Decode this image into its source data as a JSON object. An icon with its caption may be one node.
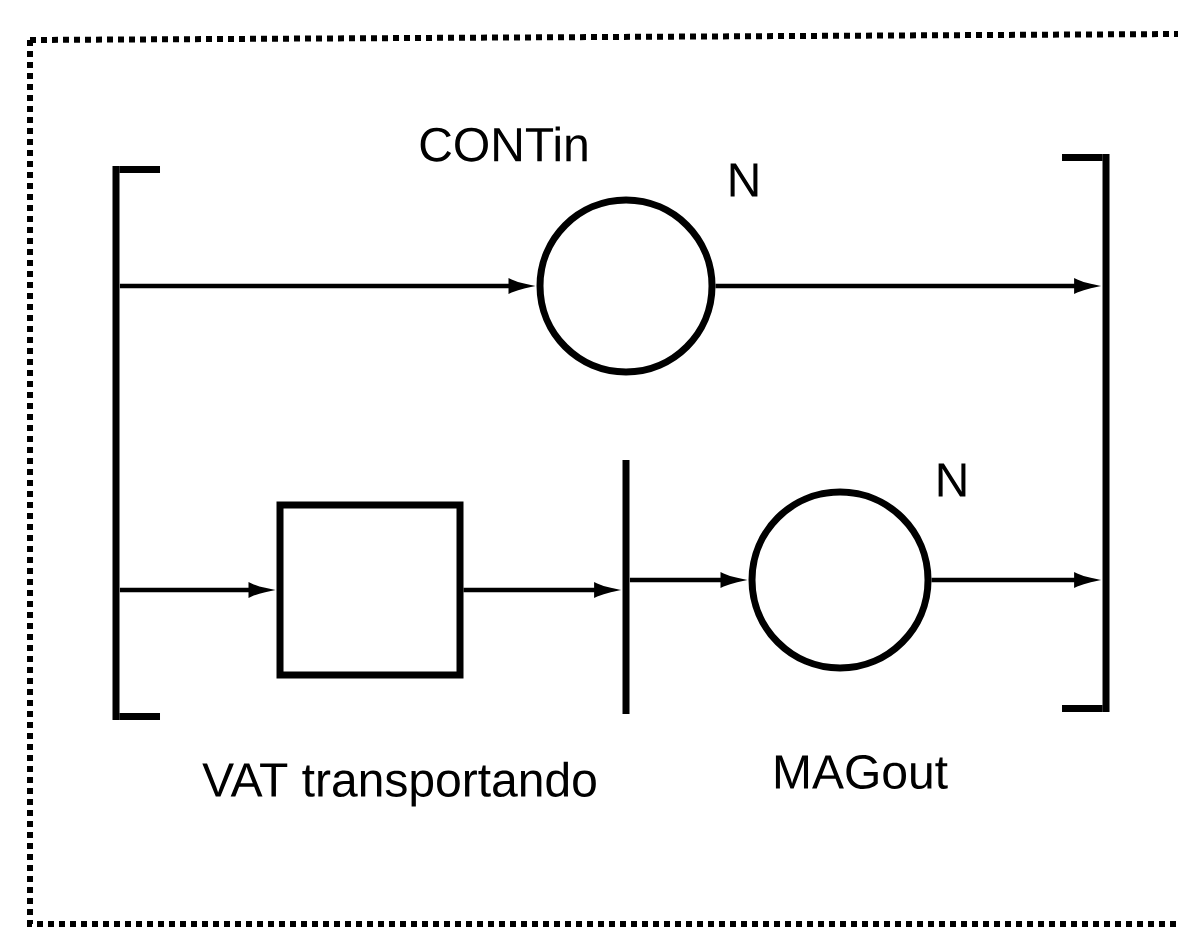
{
  "diagram": {
    "nodes": [
      {
        "text": [],
        "shape": "bar"
      },
      {
        "text": [
          "CONTin"
        ],
        "beside": [
          "N"
        ]
      },
      {
        "text": [],
        "shape": "bar"
      },
      {
        "text": [
          "VAT transportando"
        ]
      },
      {
        "text": [],
        "shape": "bar"
      },
      {
        "text": [
          "MAGout"
        ],
        "beside": [
          "N"
        ]
      }
    ],
    "edges": [
      {
        "from": 0,
        "to": 1,
        "arrow": "to"
      },
      {
        "from": 1,
        "to": 2,
        "arrow": "to"
      },
      {
        "from": 0,
        "to": 3,
        "arrow": "to"
      },
      {
        "from": 3,
        "to": 4,
        "arrow": "to"
      },
      {
        "from": 4,
        "to": 5,
        "arrow": "to"
      },
      {
        "from": 5,
        "to": 2,
        "arrow": "to"
      }
    ]
  }
}
